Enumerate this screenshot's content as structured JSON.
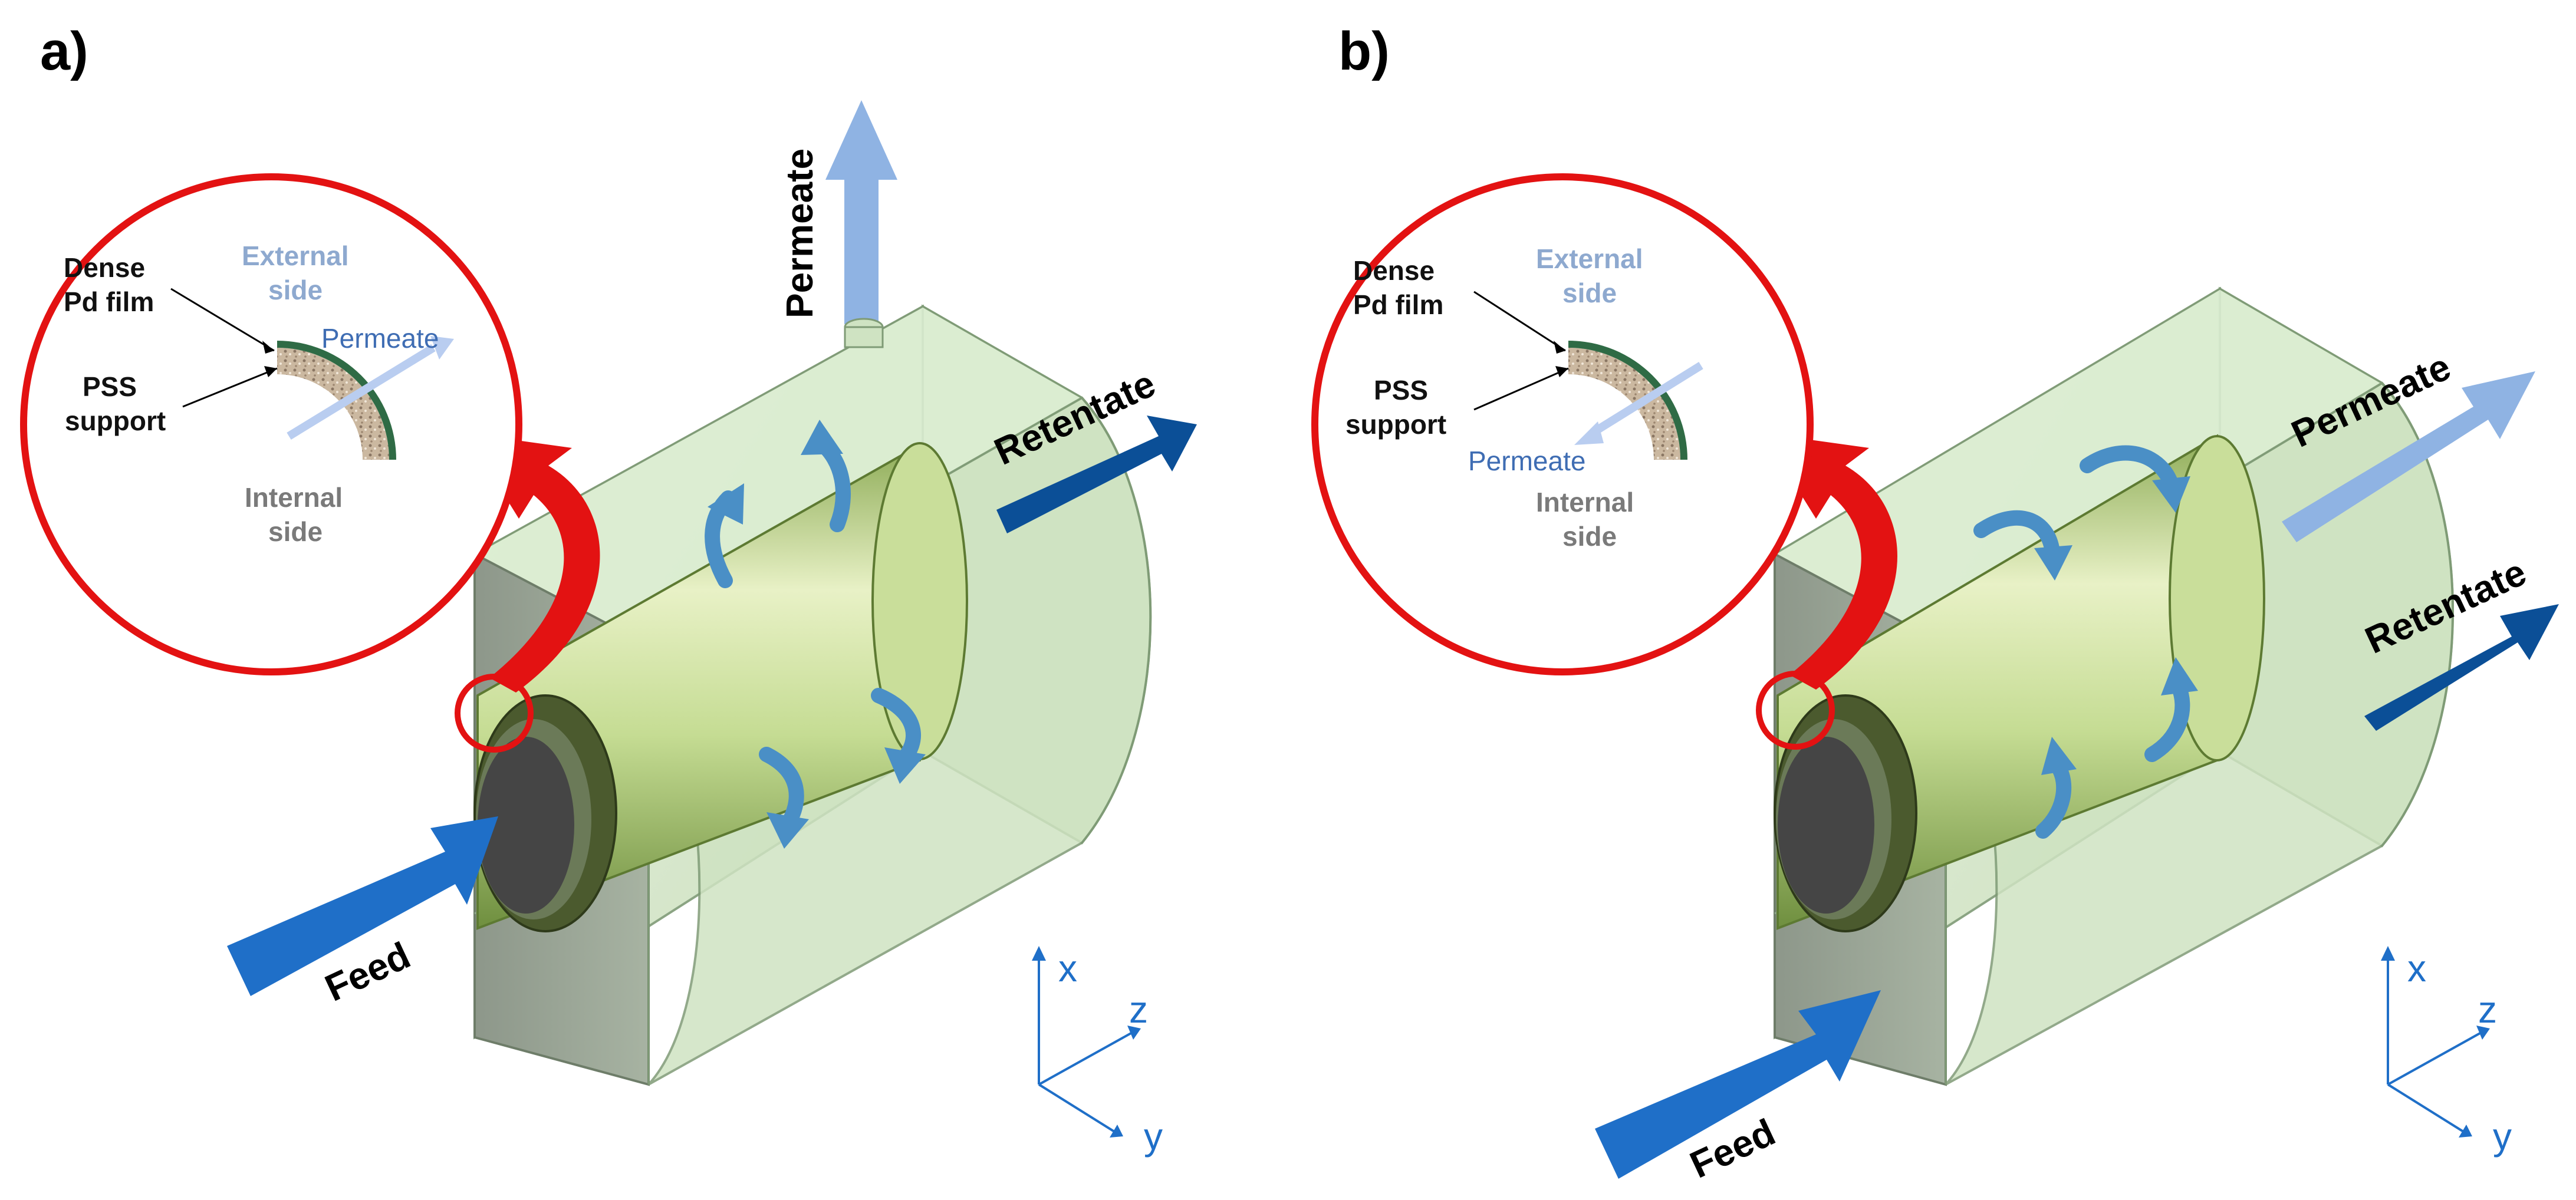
{
  "panels": [
    {
      "id": "a",
      "label": "a)",
      "feed": "Feed",
      "retentate": "Retentate",
      "permeate": "Permeate",
      "inset": {
        "dense_pd_film": [
          "Dense",
          "Pd film"
        ],
        "pss_support": [
          "PSS",
          "support"
        ],
        "external_side": [
          "External",
          "side"
        ],
        "internal_side": [
          "Internal",
          "side"
        ],
        "permeate": "Permeate"
      },
      "axes": {
        "x": "x",
        "y": "y",
        "z": "z"
      }
    },
    {
      "id": "b",
      "label": "b)",
      "feed": "Feed",
      "retentate": "Retentate",
      "permeate": "Permeate",
      "inset": {
        "dense_pd_film": [
          "Dense",
          "Pd film"
        ],
        "pss_support": [
          "PSS",
          "support"
        ],
        "external_side": [
          "External",
          "side"
        ],
        "internal_side": [
          "Internal",
          "side"
        ],
        "permeate": "Permeate"
      },
      "axes": {
        "x": "x",
        "y": "y",
        "z": "z"
      }
    }
  ],
  "colors": {
    "feed_arrow": "#1f6fc8",
    "retentate_arrow": "#0b4f97",
    "permeate_arrow": "#8fb3e3",
    "flow_arrows": "#4a8fc6",
    "callout_red": "#e31212",
    "shell_green": "#d5e8c8",
    "membrane_green": "#b9d58f",
    "pd_film": "#2f6b45",
    "pss_support": "#c9b7a2",
    "axis_blue": "#1f6fc8"
  }
}
